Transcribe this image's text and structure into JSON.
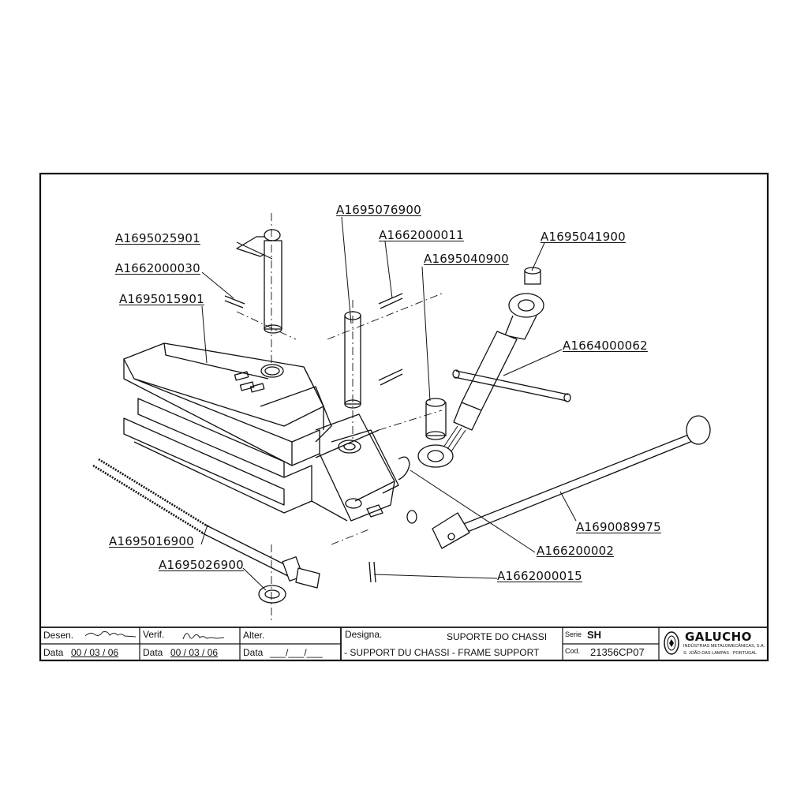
{
  "part_labels": {
    "p1": "A1695076900",
    "p2": "A1695025901",
    "p3": "A1662000011",
    "p4": "A1695041900",
    "p5": "A1662000030",
    "p6": "A1695040900",
    "p7": "A1695015901",
    "p8": "A1664000062",
    "p9": "A1690089975",
    "p10": "A1695016900",
    "p11": "A166200002",
    "p12": "A1695026900",
    "p13": "A1662000015"
  },
  "title_block": {
    "desen_label": "Desen.",
    "verif_label": "Verif.",
    "alter_label": "Alter.",
    "designa_label": "Designa.",
    "designation_pt": "SUPORTE DO CHASSI",
    "designation_fr_en": "- SUPPORT DU CHASSI - FRAME SUPPORT",
    "serie_label": "Serie",
    "serie_value": "SH",
    "cod_label": "Cod.",
    "cod_value": "21356CP07",
    "data_label": "Data",
    "date_desen": "00 / 03 / 06",
    "date_verif": "00 / 03 / 06",
    "date_alter": "___/___/___",
    "company_name": "GALUCHO",
    "company_sub": "INDÚSTRIAS METALOMECÂNICAS, S.A.",
    "company_loc": "S. JOÃO DAS LAMPAS · PORTUGAL"
  }
}
